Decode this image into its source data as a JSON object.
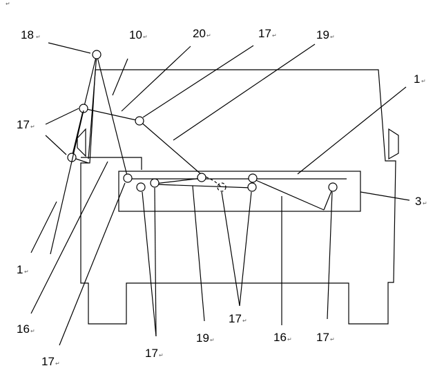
{
  "figure": {
    "return_mark": "↵",
    "labels": {
      "l18": "18",
      "l10": "10",
      "l20": "20",
      "l17_top": "17",
      "l19_top": "19",
      "l1_right": "1",
      "l17_left": "17",
      "l3": "3",
      "l1_left": "1",
      "l16_left": "16",
      "l17_bottom_left": "17",
      "l17_bottom_mid": "17",
      "l19_bottom": "19",
      "l17_bottom_center": "17",
      "l16_bottom": "16",
      "l17_bottom_right": "17"
    }
  }
}
